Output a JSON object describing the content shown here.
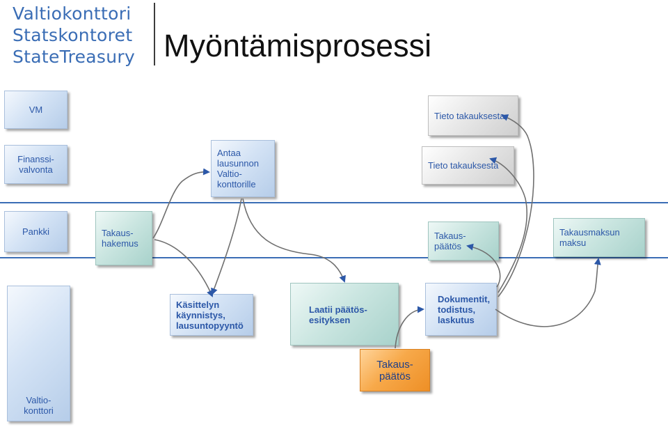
{
  "logo": {
    "line1": "Valtiokonttori",
    "line2": "Statskontoret",
    "line3": "StateTreasury"
  },
  "title": "Myöntämisprosessi",
  "lanes": {
    "vm": "VM",
    "finanssivalvonta": "Finanssi-\nvalvonta",
    "pankki": "Pankki",
    "valtiokonttori": "Valtio-\nkonttori"
  },
  "boxes": {
    "tieto_vm": "Tieto takauksesta",
    "antaa_lausunnon": "Antaa\nlausunnon\nValtio-\nkonttorille",
    "tieto_fiva": "Tieto takauksesta",
    "takaushakemus": "Takaus-\nhakemus",
    "takauspaatos_pankki": "Takaus-\npäätös",
    "takausmaksun_maksu": "Takausmaksun\nmaksu",
    "kasittely": "Käsittelyn\n käynnistys,\nlausuntopyyntö",
    "laatii": "Laatii päätös-\nesityksen",
    "dokumentit": "Dokumentit,\ntodistus,\nlaskutus",
    "takauspaatos_vk": "Takaus-\npäätös"
  },
  "colors": {
    "brand_blue": "#3a6db5",
    "text_blue": "#2c58a8",
    "accent_orange": "#f7a94a"
  }
}
